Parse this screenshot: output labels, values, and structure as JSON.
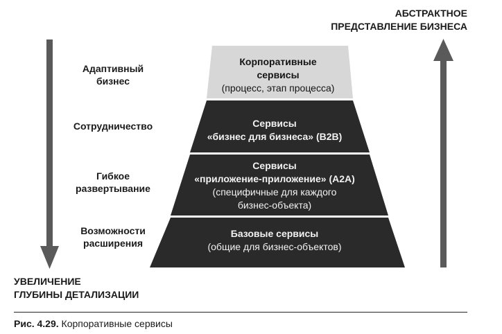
{
  "top_label": [
    "АБСТРАКТНОЕ",
    "ПРЕДСТАВЛЕНИЕ БИЗНЕСА"
  ],
  "bottom_label": [
    "УВЕЛИЧЕНИЕ",
    "ГЛУБИНЫ ДЕТАЛИЗАЦИИ"
  ],
  "left_labels": [
    [
      "Адаптивный",
      "бизнес"
    ],
    [
      "Сотрудничество"
    ],
    [
      "Гибкое",
      "развертывание"
    ],
    [
      "Возможности",
      "расширения"
    ]
  ],
  "tiers": [
    {
      "title": [
        "Корпоративные",
        "сервисы"
      ],
      "subtitle": [
        "(процесс, этап процесса)"
      ]
    },
    {
      "title": [
        "Сервисы",
        "«бизнес для бизнеса» (B2B)"
      ],
      "subtitle": []
    },
    {
      "title": [
        "Сервисы",
        "«приложение-приложение» (A2A)"
      ],
      "subtitle": [
        "(специфичные для каждого",
        "бизнес-объекта)"
      ]
    },
    {
      "title": [
        "Базовые сервисы"
      ],
      "subtitle": [
        "(общие для бизнес-объектов)"
      ]
    }
  ],
  "caption": {
    "number": "Рис. 4.29.",
    "text": "Корпоративные сервисы"
  },
  "colors": {
    "top_tier": "#d7d7d7",
    "dark_tier": "#2a2a2a",
    "arrow": "#5a5a5a",
    "divider": "#ffffff"
  }
}
